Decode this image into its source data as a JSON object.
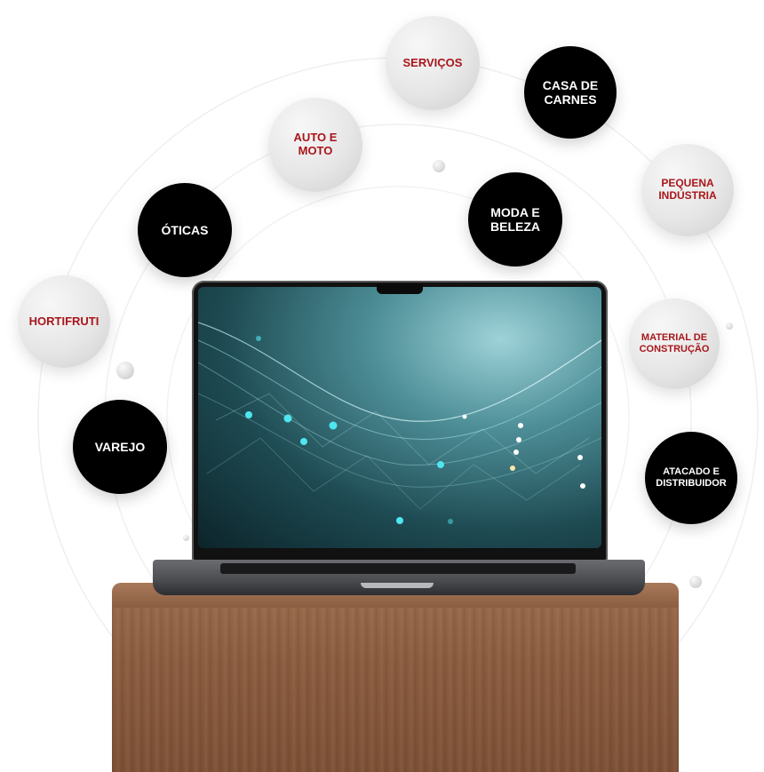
{
  "segments": {
    "servicos": "SERVIÇOS",
    "casa_de_carnes": "CASA DE\nCARNES",
    "auto_e_moto": "AUTO E\nMOTO",
    "pequena_industria": "PEQUENA\nINDÚSTRIA",
    "oticas": "ÓTICAS",
    "moda_e_beleza": "MODA E\nBELEZA",
    "hortifruti": "HORTIFRUTI",
    "material_de_construcao": "MATERIAL DE\nCONSTRUÇÃO",
    "varejo": "VAREJO",
    "atacado_e_distribuidor": "ATACADO E\nDISTRIBUIDOR"
  },
  "colors": {
    "dark_bubble": "#000000",
    "light_bubble_text": "#a8161b",
    "wood": "#8a5b3e",
    "screen_teal": "#4e8f98"
  },
  "icons": {
    "device": "laptop-icon",
    "pedestal": "wooden-pedestal"
  }
}
